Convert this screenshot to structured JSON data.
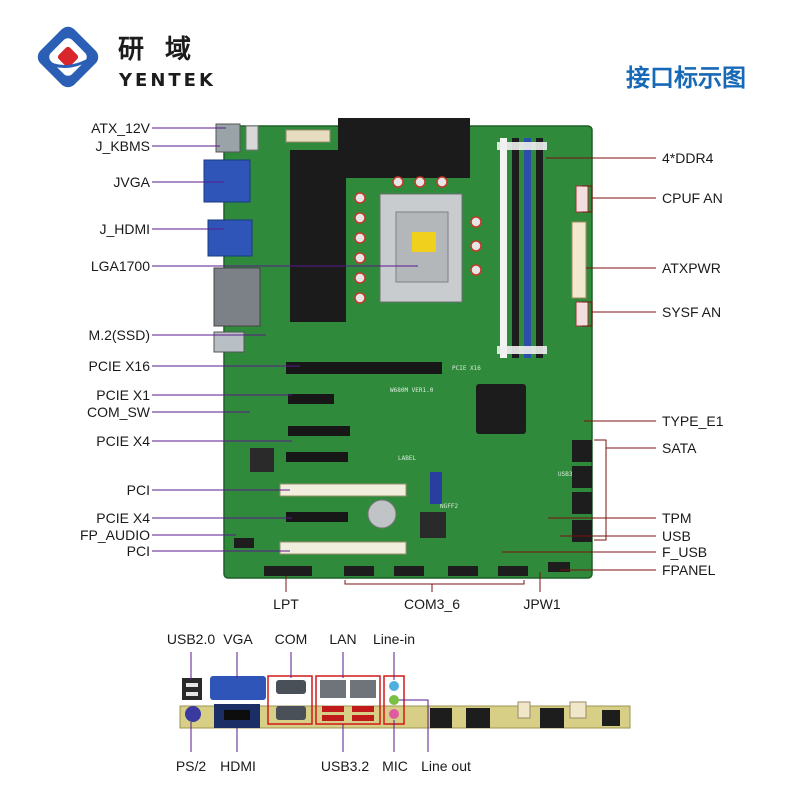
{
  "brand": {
    "name_cn": "研 域",
    "name_en": "YENTEK"
  },
  "title": "接口标示图",
  "colors": {
    "pcb": "#2f8a3c",
    "title": "#1769b8",
    "leader_left": "#5a1a8c",
    "leader_right": "#7a1010",
    "bottom_leader": "#5a1a8c",
    "frame": "#d21818"
  },
  "board_silkscreen": {
    "model": "W680M VER1.0",
    "label": "LABEL",
    "usb30": "USB3.0",
    "ngff": "NGFF2",
    "pcie16": "PCIE X16"
  },
  "callouts": {
    "left": [
      "ATX_12V",
      "J_KBMS",
      "JVGA",
      "J_HDMI",
      "LGA1700",
      "M.2(SSD)",
      "PCIE X16",
      "PCIE X1",
      "COM_SW",
      "PCIE X4",
      "PCI",
      "PCIE X4",
      "FP_AUDIO",
      "PCI"
    ],
    "right": [
      "4*DDR4",
      "CPUF AN",
      "ATXPWR",
      "SYSF AN",
      "TYPE_E1",
      "SATA",
      "TPM",
      "USB",
      "F_USB",
      "FPANEL"
    ],
    "bottom": [
      "LPT",
      "COM3_6",
      "JPW1"
    ]
  },
  "io_panel": {
    "top": [
      "USB2.0",
      "VGA",
      "COM",
      "LAN",
      "Line-in"
    ],
    "bottom": [
      "PS/2",
      "HDMI",
      "USB3.2",
      "MIC",
      "Line out"
    ]
  },
  "icons": [
    "logo-icon",
    "cpu-socket-icon",
    "coin-battery-icon"
  ]
}
